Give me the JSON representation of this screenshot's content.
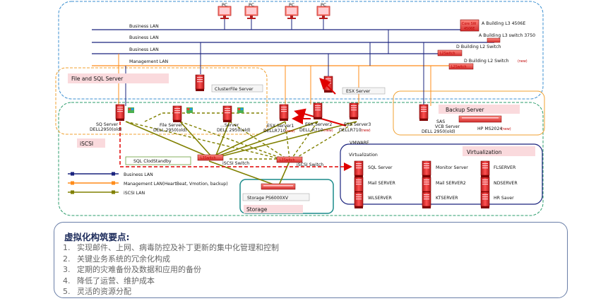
{
  "lans": {
    "business1": "Business  LAN",
    "business2": "Business  LAN",
    "business3": "Business  LAN",
    "management": "Management  LAN"
  },
  "pcs": [
    "PC",
    "PC",
    "PC",
    "PC"
  ],
  "switches": {
    "core_box": "Core SW\n4506E",
    "core_label": "A  Building L3  4506E",
    "a_l3_label": "A  Building L3  switch 3750",
    "d_l2_label": "D  Building L2 Switch",
    "d_l2b_label": "D  Building L2 Switch",
    "d_l2b_new": "(new)",
    "l2switch": "L2Switch",
    "l3switch": "L3Switch"
  },
  "sections": {
    "file_sql": "File and SQL Server",
    "iscsi": "iSCSI",
    "backup": "Backup Server",
    "virtualization": "Virtualization",
    "virtualization_small": "Virtualization",
    "storage": "Storage",
    "vmware": "VMWARE"
  },
  "servers": {
    "clusterfile": "ClusterFile Server",
    "esx": "ESX Server",
    "sq_server": "SQ Server",
    "sq_model": "DELL2950(old)",
    "file_server": "File Server",
    "file_model": "DELL 2950(old)",
    "s3_name": "...Server",
    "s3_model": "DELL 2950(old)",
    "esx1": "ESX Server1",
    "esx1_model": "DELLR710",
    "esx2": "ESX Server2",
    "esx2_model": "DELL R710",
    "esx3": "ESX Server3",
    "esx3_model": "DELLR710",
    "new": "(new)",
    "sas": "SAS",
    "vcb": "VCB Server",
    "vcb_model": "DELL 2950(old)",
    "hp": "HP MS2024",
    "sql_standby": "SQL  ClodStandby",
    "iscsi_switch": "iSCSI Switch",
    "storage_ps": "Storage PS6000XV"
  },
  "vms": [
    "SQL Server",
    "Monitor Server",
    "FLSERVER",
    "Mail SERVER",
    "Mail SERVER2",
    "NDSERVER",
    "WLSERVER",
    "KTSERVER",
    "HR Saver"
  ],
  "legend": [
    {
      "label": "Business LAN",
      "color": "#1a237e"
    },
    {
      "label": "Management LAN(HeartBeat, Vmotion, backup)",
      "color": "#ff8c1a"
    },
    {
      "label": "iSCSI LAN",
      "color": "#808000"
    }
  ],
  "colors": {
    "business": "#1a237e",
    "management": "#ff8c1a",
    "iscsi": "#808000",
    "server": "#e53935",
    "dashed_red": "#e00000",
    "cluster_border": "#3b8fd0",
    "section_pink": "#fadadd"
  },
  "summary": {
    "title": "虚拟化构筑要点:",
    "items": [
      {
        "num": "1.",
        "text": "实现邮件、上网、病毒防控及补丁更新的集中化管理和控制"
      },
      {
        "num": "2.",
        "text": "关键业务系统的冗余化构成"
      },
      {
        "num": "3.",
        "text": "定期的灾难备份及数据和应用的备份"
      },
      {
        "num": "4.",
        "text": "降低了运营、维护成本"
      },
      {
        "num": "5.",
        "text": "灵活的资源分配"
      }
    ]
  }
}
